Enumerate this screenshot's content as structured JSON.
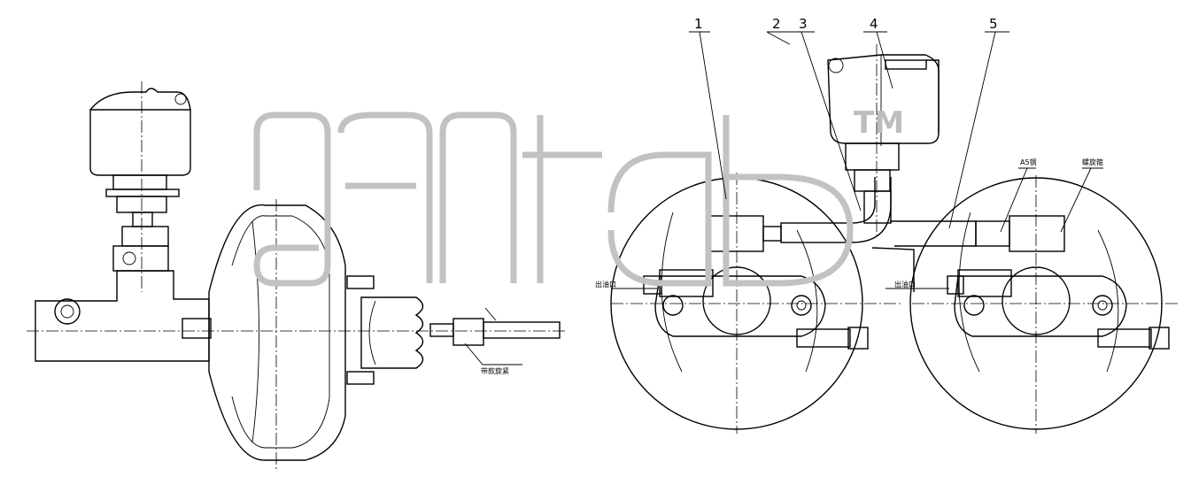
{
  "callouts": [
    {
      "num": "1"
    },
    {
      "num": "2"
    },
    {
      "num": "3"
    },
    {
      "num": "4"
    },
    {
      "num": "5"
    }
  ],
  "annotations": {
    "push_rod_note": "带款旋紧",
    "outlet_left": "出油口",
    "outlet_right": "出油口",
    "note_upper_1": "A5钢",
    "note_upper_2": "螺旋箍"
  },
  "watermark": {
    "tm": "TM",
    "color": "#c2c2c2"
  }
}
